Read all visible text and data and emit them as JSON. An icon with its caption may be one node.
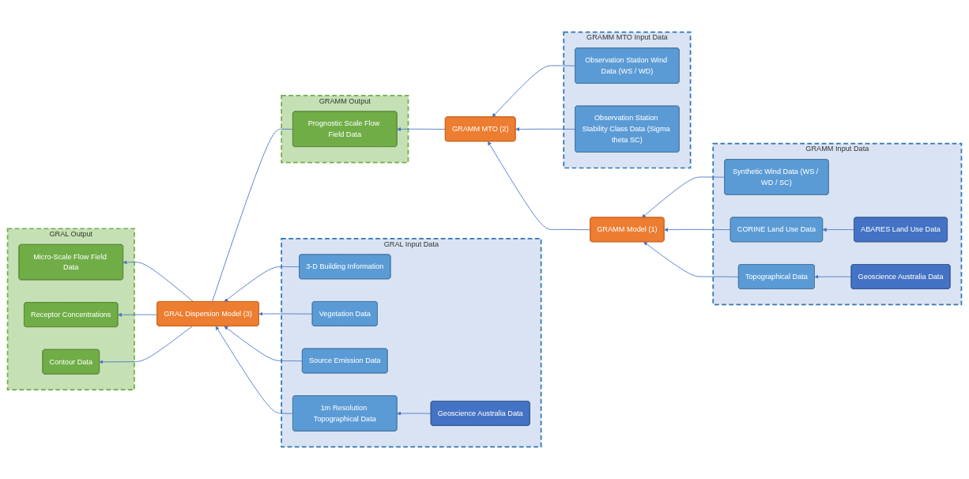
{
  "diagram": {
    "nodes": [
      {
        "text": [
          "GRAL Output"
        ]
      },
      {
        "text": [
          "Micro-Scale Flow Field Data"
        ],
        "in": 0
      },
      {
        "text": [
          "Receptor Concentrations"
        ],
        "in": 0
      },
      {
        "text": [
          "Contour Data"
        ],
        "in": 0
      },
      {
        "text": [
          "GRAMM MTO Input Data"
        ]
      },
      {
        "text": [
          "Observation Station Wind Data (WS / WD)"
        ],
        "in": 4
      },
      {
        "text": [
          "Observation Station Stability Class Data (Sigma theta SC)"
        ],
        "in": 4
      },
      {
        "text": [
          "GRAMM Input Data"
        ]
      },
      {
        "text": [
          "Synthetic Wind Data (WS / WD / SC)"
        ],
        "in": 7
      },
      {
        "text": [
          "ABARES Land Use Data"
        ],
        "in": 7
      },
      {
        "text": [
          "CORINE Land Use Data"
        ],
        "in": 7
      },
      {
        "text": [
          "Topographical Data"
        ],
        "in": 7
      },
      {
        "text": [
          "Geoscience Australia Data"
        ],
        "in": 7
      },
      {
        "text": [
          "GRAL Dispersion Model (3)"
        ]
      },
      {
        "text": [
          "GRAMM Output"
        ]
      },
      {
        "text": [
          "Prognostic Scale Flow Field Data"
        ],
        "in": 14
      },
      {
        "text": [
          "GRAMM MTO (2)"
        ]
      },
      {
        "text": [
          "GRAMM Model (1)"
        ]
      },
      {
        "text": [
          "GRAL Input Data"
        ]
      },
      {
        "text": [
          "3-D Building Information"
        ],
        "in": 18
      },
      {
        "text": [
          "Vegetation Data"
        ],
        "in": 18
      },
      {
        "text": [
          "Source Emission Data"
        ],
        "in": 18
      },
      {
        "text": [
          "1m Resolution Topographical Data"
        ],
        "in": 18
      },
      {
        "text": [
          "Geoscience Australia Data"
        ],
        "in": 18
      }
    ],
    "edges": [
      {
        "from": 13,
        "to": 1,
        "arrow": "to"
      },
      {
        "from": 13,
        "to": 2,
        "arrow": "to"
      },
      {
        "from": 13,
        "to": 3,
        "arrow": "to"
      },
      {
        "from": 5,
        "to": 16,
        "arrow": "to"
      },
      {
        "from": 6,
        "to": 16,
        "arrow": "to"
      },
      {
        "from": 17,
        "to": 16,
        "arrow": "to"
      },
      {
        "from": 16,
        "to": 15,
        "arrow": "to"
      },
      {
        "from": 15,
        "to": 13,
        "arrow": "none"
      },
      {
        "from": 8,
        "to": 17,
        "arrow": "to"
      },
      {
        "from": 10,
        "to": 17,
        "arrow": "to"
      },
      {
        "from": 11,
        "to": 17,
        "arrow": "to"
      },
      {
        "from": 9,
        "to": 10,
        "arrow": "to"
      },
      {
        "from": 12,
        "to": 11,
        "arrow": "to"
      },
      {
        "from": 19,
        "to": 13,
        "arrow": "to"
      },
      {
        "from": 20,
        "to": 13,
        "arrow": "to"
      },
      {
        "from": 21,
        "to": 13,
        "arrow": "to"
      },
      {
        "from": 22,
        "to": 13,
        "arrow": "to"
      },
      {
        "from": 23,
        "to": 22,
        "arrow": "to"
      }
    ]
  }
}
